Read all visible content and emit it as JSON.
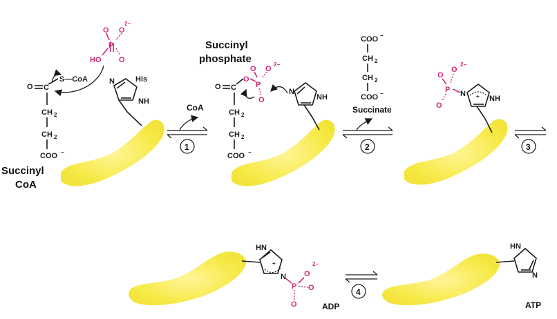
{
  "labels": {
    "succinyl_coa": [
      "Succinyl",
      "CoA"
    ],
    "succinyl_phosphate": [
      "Succinyl",
      "phosphate"
    ],
    "his": "His",
    "coa": "CoA",
    "succinate": "Succinate",
    "adp": "ADP",
    "atp": "ATP"
  },
  "chem": {
    "o": "O",
    "c": "C",
    "ch2": "CH",
    "sub2": "2",
    "coo": "COO",
    "minus": "−",
    "s_coa": "S—CoA",
    "ho": "HO",
    "p": "P",
    "charge": "2−",
    "nh": "NH",
    "n": "N",
    "hn": "HN",
    "plus": "+"
  },
  "steps": [
    "1",
    "2",
    "3",
    "4"
  ],
  "colors": {
    "accent": "#d0277a",
    "protein": "#f9ee5a",
    "ink": "#1a1a1a"
  }
}
